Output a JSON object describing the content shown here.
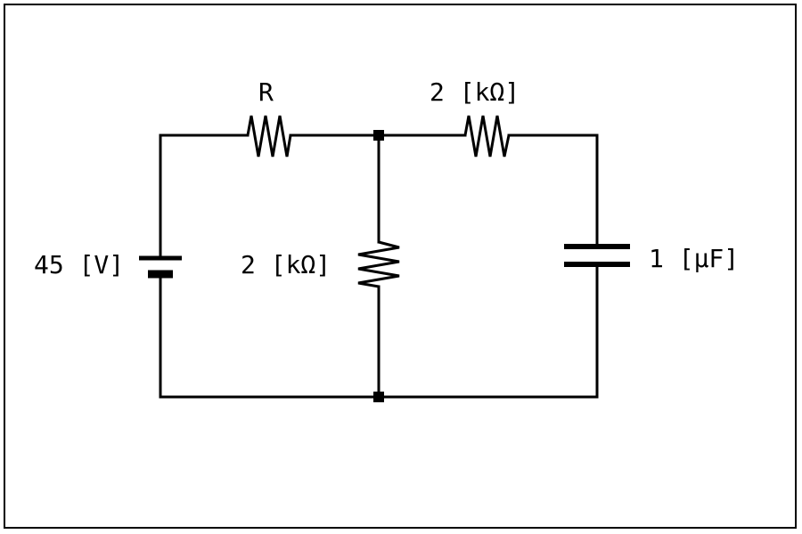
{
  "circuit": {
    "source": {
      "label": "45 [V]"
    },
    "resistor_r": {
      "label": "R"
    },
    "resistor_series": {
      "label": "2 [kΩ]"
    },
    "resistor_shunt": {
      "label": "2 [kΩ]"
    },
    "capacitor": {
      "label": "1 [μF]"
    }
  }
}
